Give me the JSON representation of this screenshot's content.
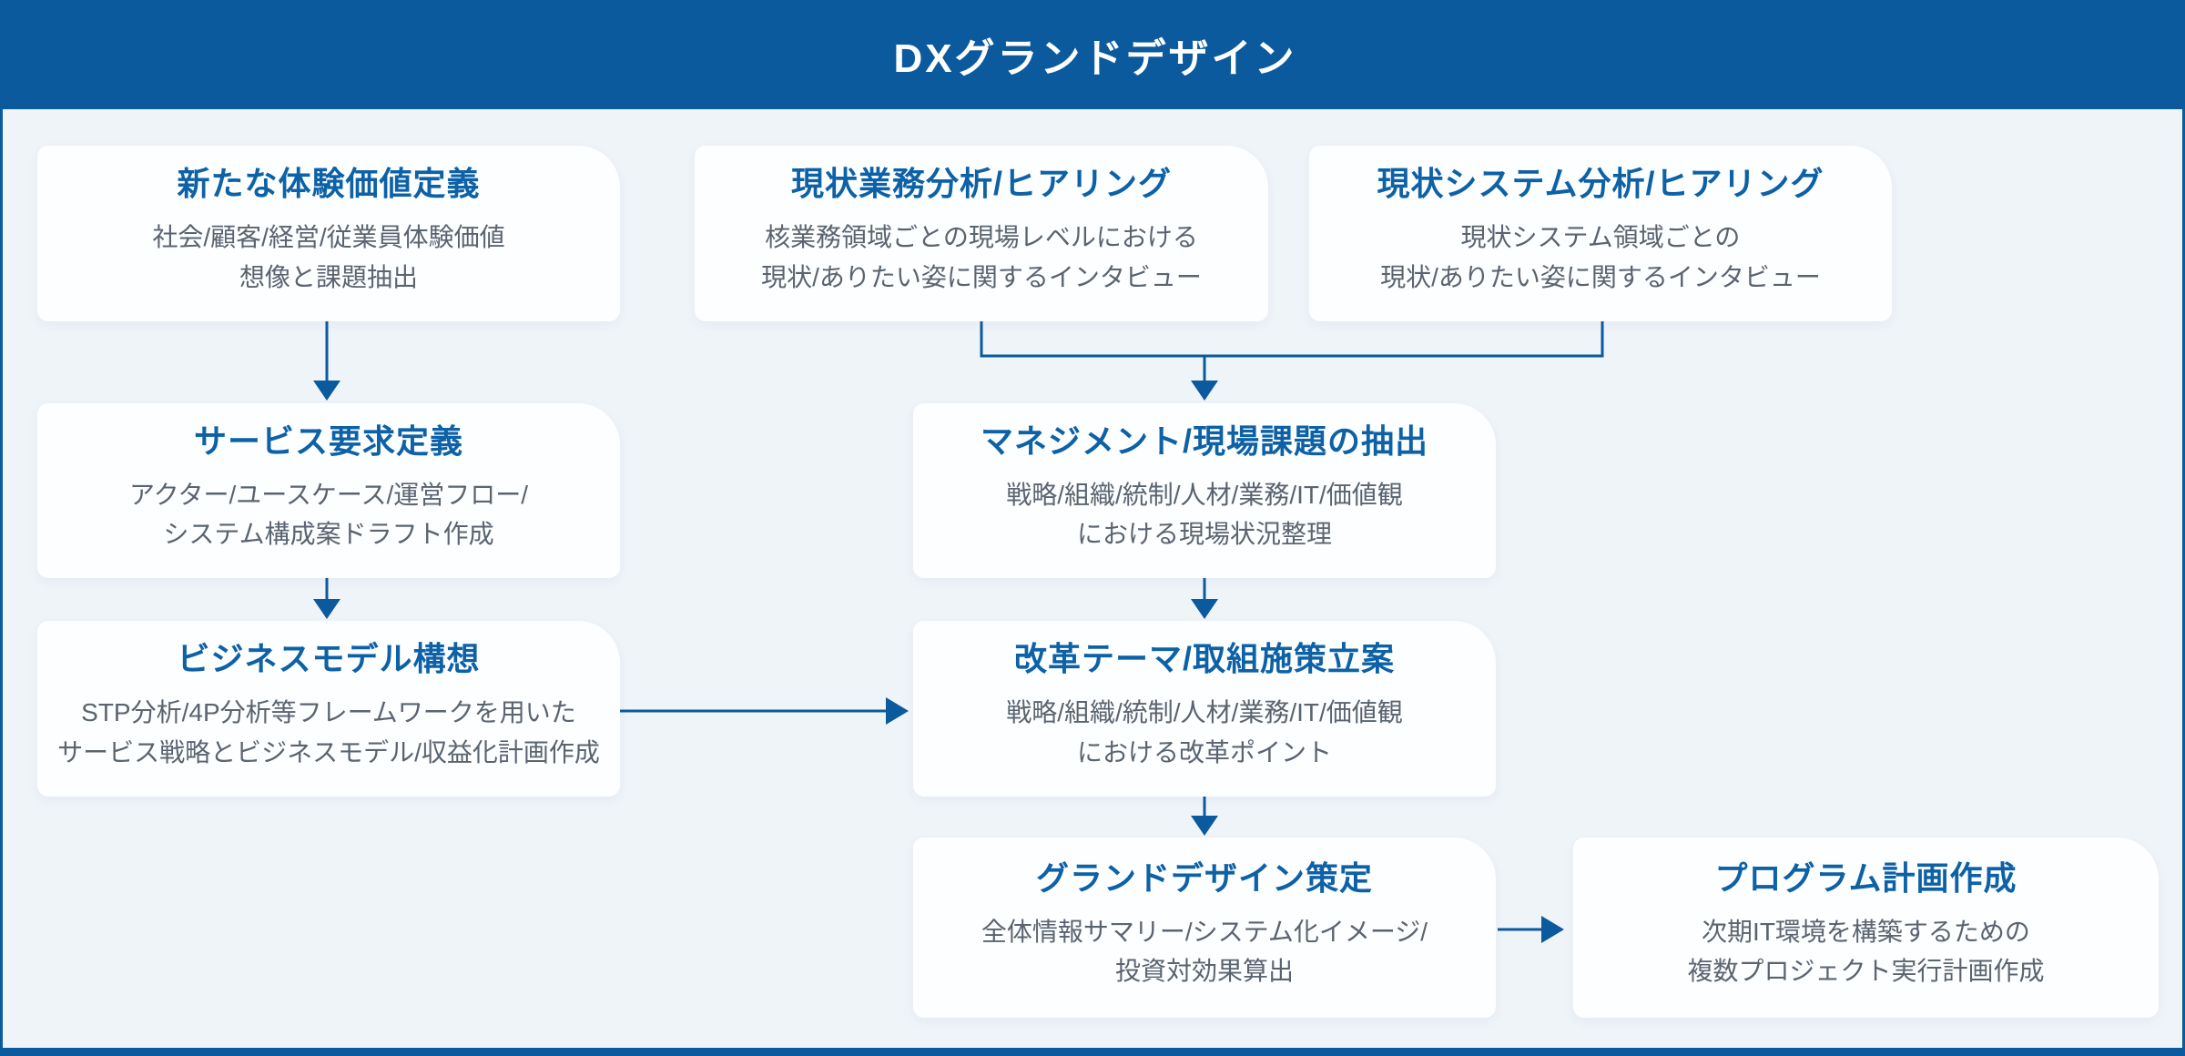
{
  "header": {
    "title": "DXグランドデザイン"
  },
  "colors": {
    "primary_blue": "#0b5a9d",
    "card_title_blue": "#0d61a6",
    "body_text_gray": "#5a6470",
    "canvas_background": "#eff4f9",
    "card_background": "#fdfeff"
  },
  "cards": [
    {
      "title": "新たな体験価値定義",
      "body": [
        "社会/顧客/経営/従業員体験価値",
        "想像と課題抽出"
      ]
    },
    {
      "title": "現状業務分析/ヒアリング",
      "body": [
        "核業務領域ごとの現場レベルにおける",
        "現状/ありたい姿に関するインタビュー"
      ]
    },
    {
      "title": "現状システム分析/ヒアリング",
      "body": [
        "現状システム領域ごとの",
        "現状/ありたい姿に関するインタビュー"
      ]
    },
    {
      "title": "サービス要求定義",
      "body": [
        "アクター/ユースケース/運営フロー/",
        "システム構成案ドラフト作成"
      ]
    },
    {
      "title": "ビジネスモデル構想",
      "body": [
        "STP分析/4P分析等フレームワークを用いた",
        "サービス戦略とビジネスモデル/収益化計画作成"
      ]
    },
    {
      "title": "マネジメント/現場課題の抽出",
      "body": [
        "戦略/組織/統制/人材/業務/IT/価値観",
        "における現場状況整理"
      ]
    },
    {
      "title": "改革テーマ/取組施策立案",
      "body": [
        "戦略/組織/統制/人材/業務/IT/価値観",
        "における改革ポイント"
      ]
    },
    {
      "title": "グランドデザイン策定",
      "body": [
        "全体情報サマリー/システム化イメージ/",
        "投資対効果算出"
      ]
    },
    {
      "title": "プログラム計画作成",
      "body": [
        "次期IT環境を構築するための",
        "複数プロジェクト実行計画作成"
      ]
    }
  ],
  "connections": [
    {
      "from": "新たな体験価値定義",
      "to": "サービス要求定義"
    },
    {
      "from": "現状業務分析/ヒアリング + 現状システム分析/ヒアリング",
      "to": "マネジメント/現場課題の抽出"
    },
    {
      "from": "サービス要求定義",
      "to": "ビジネスモデル構想"
    },
    {
      "from": "ビジネスモデル構想",
      "to": "改革テーマ/取組施策立案"
    },
    {
      "from": "マネジメント/現場課題の抽出",
      "to": "改革テーマ/取組施策立案"
    },
    {
      "from": "改革テーマ/取組施策立案",
      "to": "グランドデザイン策定"
    },
    {
      "from": "グランドデザイン策定",
      "to": "プログラム計画作成"
    }
  ]
}
